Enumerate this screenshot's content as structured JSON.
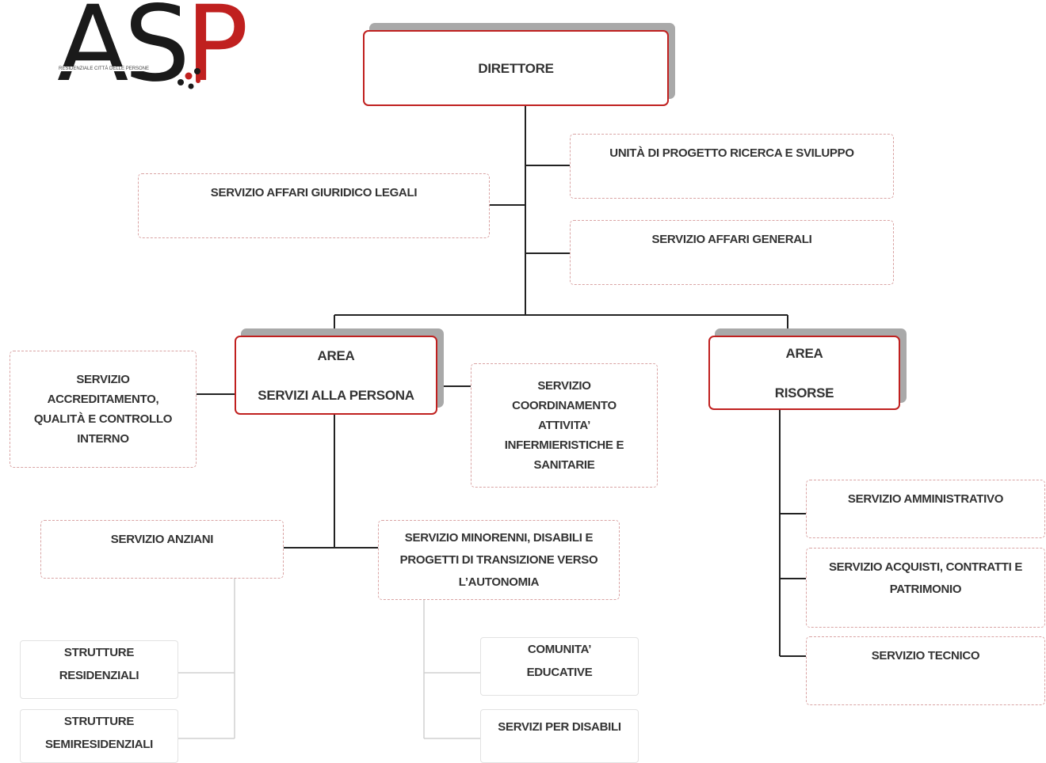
{
  "logo": {
    "letters": [
      "A",
      "S",
      "P"
    ],
    "tagline": "RESIDENZIALE CITTÀ DELLE PERSONE"
  },
  "director": "DIRETTORE",
  "staff": {
    "ricerca": "UNITÀ DI PROGETTO RICERCA E SVILUPPO",
    "legali": "SERVIZIO AFFARI GIURIDICO LEGALI",
    "generali": "SERVIZIO AFFARI GENERALI"
  },
  "area_persona": {
    "line1": "AREA",
    "line2": "SERVIZI ALLA PERSONA",
    "accreditamento": [
      "SERVIZIO",
      "ACCREDITAMENTO,",
      "QUALITÀ E CONTROLLO",
      "INTERNO"
    ],
    "infermieristiche": [
      "SERVIZIO",
      "COORDINAMENTO",
      "ATTIVITA’",
      "INFERMIERISTICHE E",
      "SANITARIE"
    ],
    "anziani": "SERVIZIO ANZIANI",
    "minorenni": [
      "SERVIZIO MINORENNI, DISABILI E",
      "PROGETTI DI TRANSIZIONE VERSO",
      "L’AUTONOMIA"
    ],
    "residenziali": [
      "STRUTTURE",
      "RESIDENZIALI"
    ],
    "semiresidenziali": [
      "STRUTTURE",
      "SEMIRESIDENZIALI"
    ],
    "comunita": [
      "COMUNITA’",
      "EDUCATIVE"
    ],
    "disabili": "SERVIZI PER DISABILI"
  },
  "area_risorse": {
    "line1": "AREA",
    "line2": "RISORSE",
    "amministrativo": "SERVIZIO AMMINISTRATIVO",
    "acquisti": [
      "SERVIZIO ACQUISTI, CONTRATTI E",
      "PATRIMONIO"
    ],
    "tecnico": "SERVIZIO TECNICO"
  },
  "colors": {
    "accent_red": "#c0201f",
    "dashed_border": "#d9a3a3",
    "shadow_grey": "#a9a9a9",
    "connector": "#222222",
    "light_connector": "#d0d0d0"
  }
}
